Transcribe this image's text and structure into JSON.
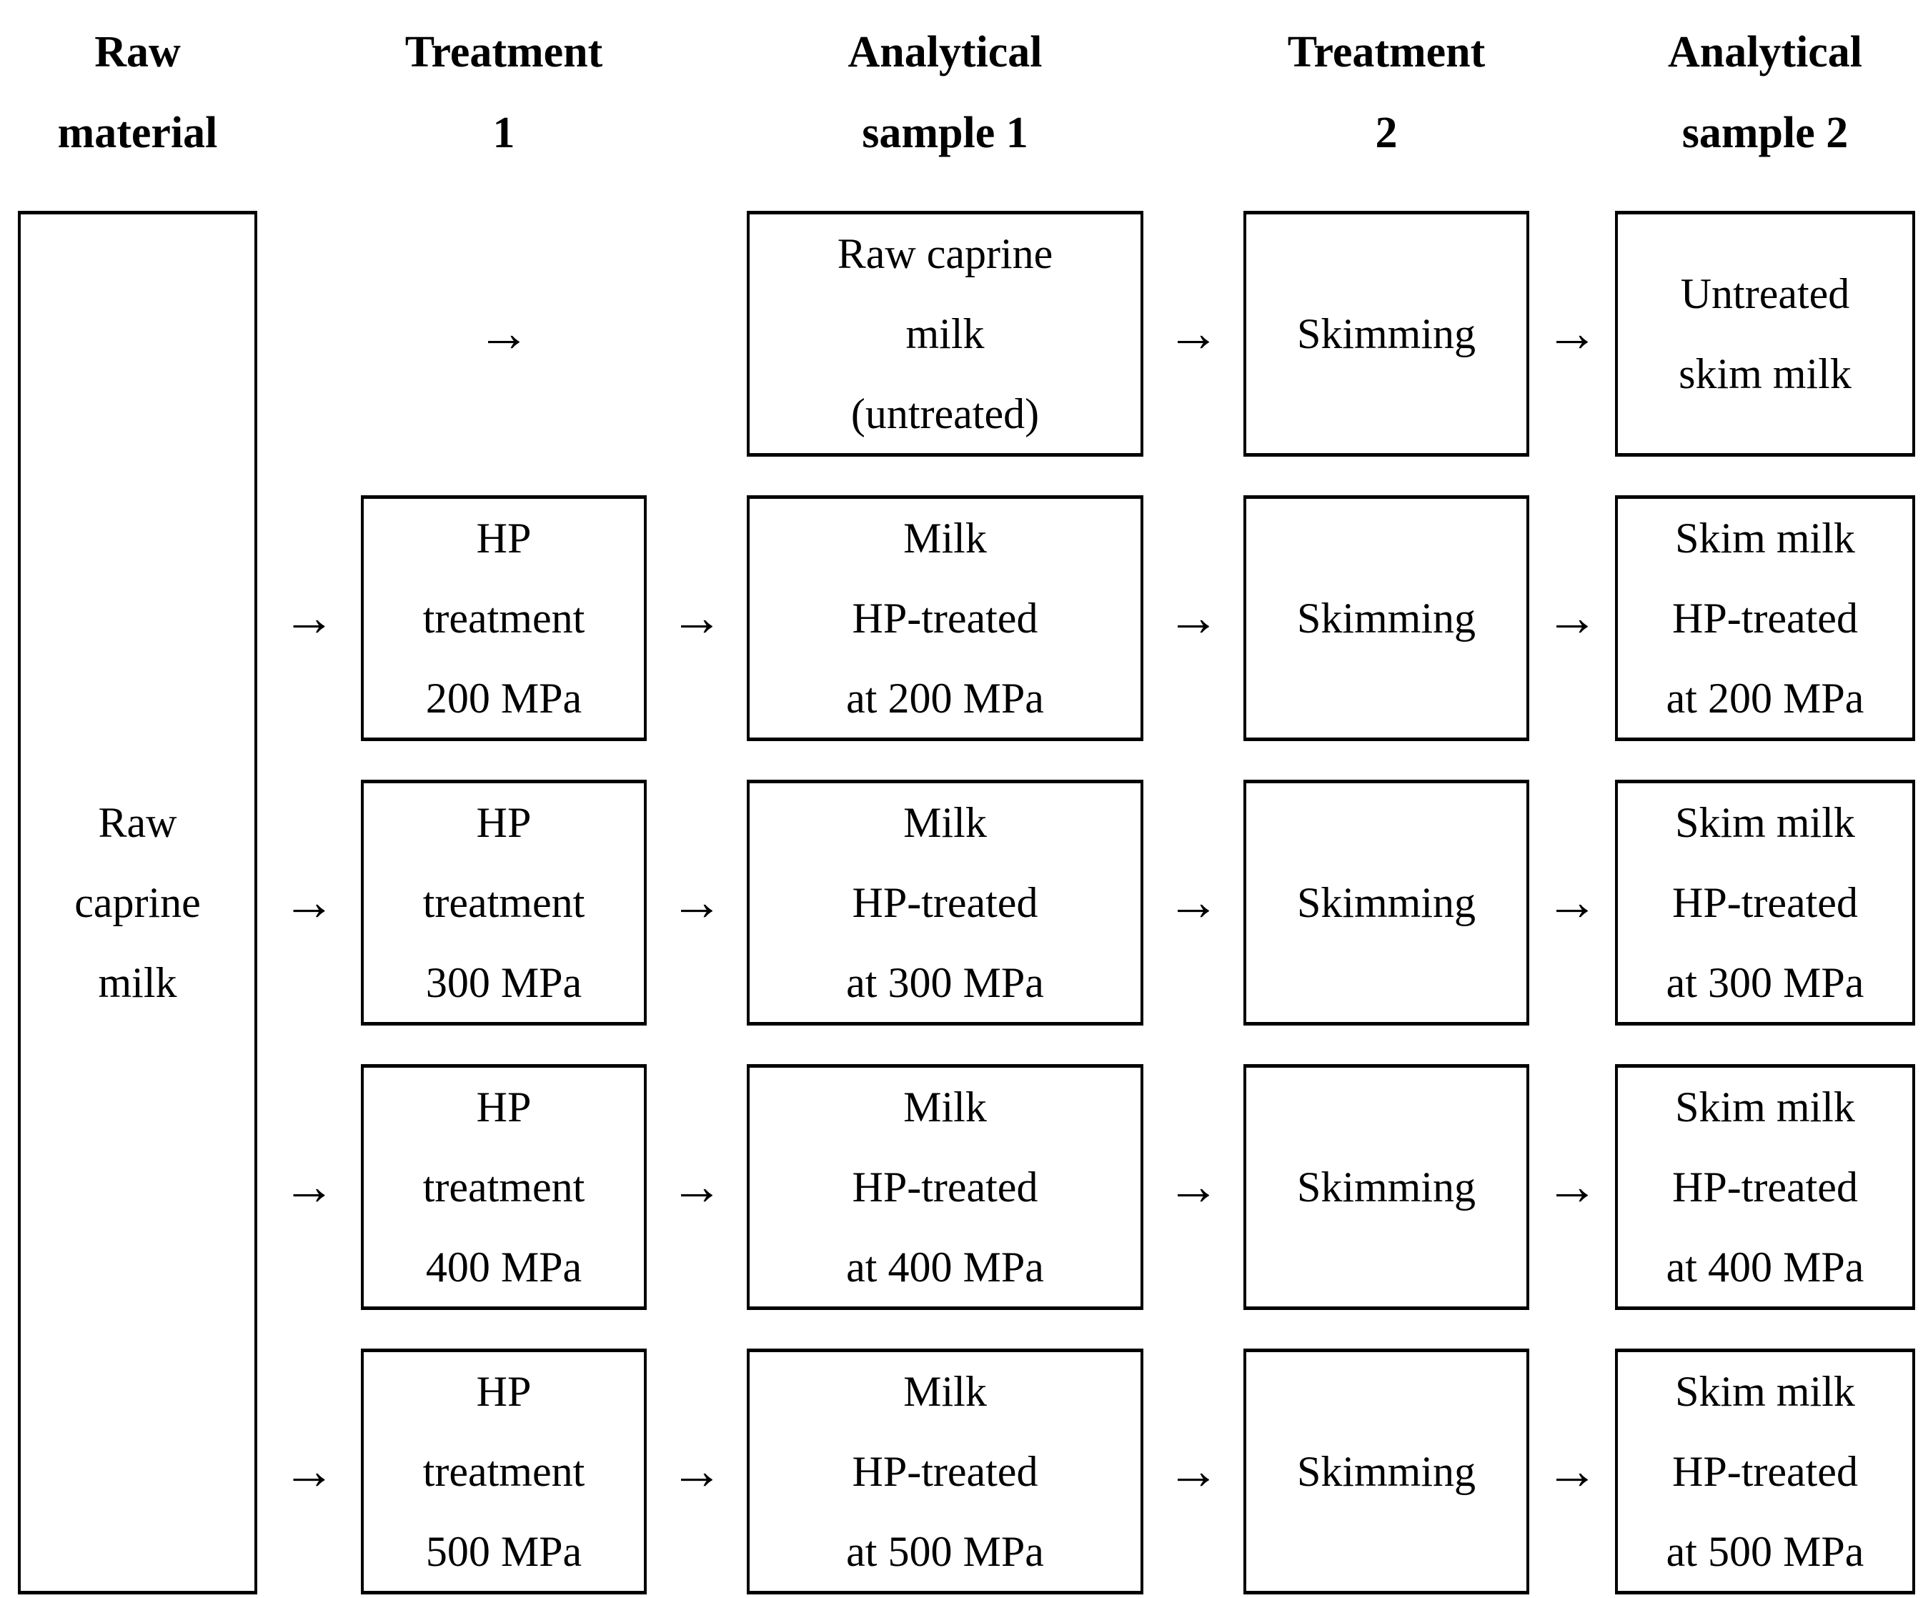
{
  "figure": {
    "background": "#ffffff",
    "border_color": "#000000",
    "text_color": "#000000",
    "arrow": "→",
    "headers": [
      {
        "lines": [
          "Raw",
          "material"
        ]
      },
      {
        "lines": [
          "Treatment",
          "1"
        ]
      },
      {
        "lines": [
          "Analytical",
          "sample 1"
        ]
      },
      {
        "lines": [
          "Treatment",
          "2"
        ]
      },
      {
        "lines": [
          "Analytical",
          "sample 2"
        ]
      }
    ],
    "raw_material": {
      "lines": [
        "Raw",
        "caprine",
        "milk"
      ]
    },
    "rows": [
      {
        "sample1": {
          "lines": [
            "Raw caprine",
            "milk",
            "(untreated)"
          ]
        },
        "treatment2": {
          "lines": [
            "Skimming"
          ]
        },
        "sample2": {
          "lines": [
            "Untreated",
            "skim milk"
          ]
        }
      },
      {
        "treatment1": {
          "lines": [
            "HP",
            "treatment",
            "200 MPa"
          ]
        },
        "sample1": {
          "lines": [
            "Milk",
            "HP-treated",
            "at 200 MPa"
          ]
        },
        "treatment2": {
          "lines": [
            "Skimming"
          ]
        },
        "sample2": {
          "lines": [
            "Skim milk",
            "HP-treated",
            "at 200 MPa"
          ]
        }
      },
      {
        "treatment1": {
          "lines": [
            "HP",
            "treatment",
            "300 MPa"
          ]
        },
        "sample1": {
          "lines": [
            "Milk",
            "HP-treated",
            "at 300 MPa"
          ]
        },
        "treatment2": {
          "lines": [
            "Skimming"
          ]
        },
        "sample2": {
          "lines": [
            "Skim milk",
            "HP-treated",
            "at 300 MPa"
          ]
        }
      },
      {
        "treatment1": {
          "lines": [
            "HP",
            "treatment",
            "400 MPa"
          ]
        },
        "sample1": {
          "lines": [
            "Milk",
            "HP-treated",
            "at 400 MPa"
          ]
        },
        "treatment2": {
          "lines": [
            "Skimming"
          ]
        },
        "sample2": {
          "lines": [
            "Skim milk",
            "HP-treated",
            "at 400 MPa"
          ]
        }
      },
      {
        "treatment1": {
          "lines": [
            "HP",
            "treatment",
            "500 MPa"
          ]
        },
        "sample1": {
          "lines": [
            "Milk",
            "HP-treated",
            "at 500 MPa"
          ]
        },
        "treatment2": {
          "lines": [
            "Skimming"
          ]
        },
        "sample2": {
          "lines": [
            "Skim milk",
            "HP-treated",
            "at 500 MPa"
          ]
        }
      }
    ]
  }
}
